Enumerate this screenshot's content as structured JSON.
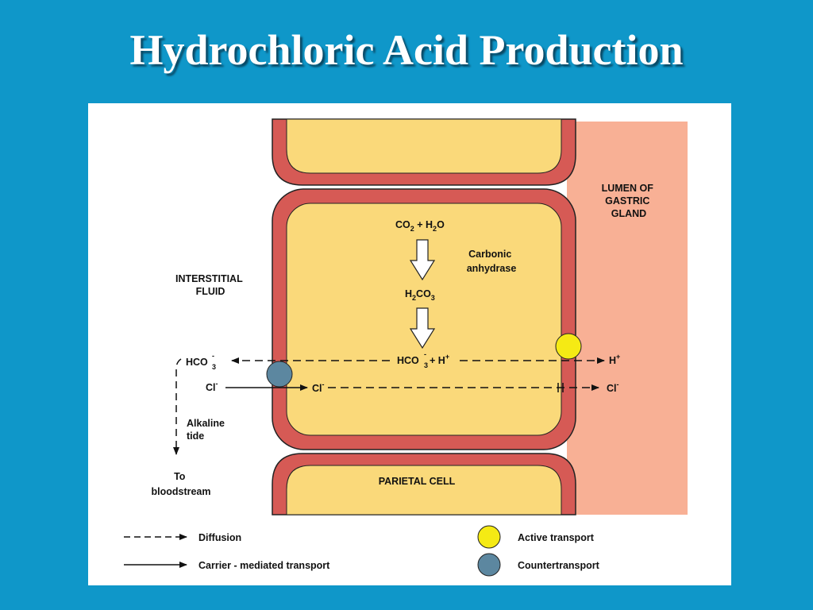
{
  "slide": {
    "title": "Hydrochloric Acid Production"
  },
  "diagram": {
    "lumen_label": [
      "LUMEN OF",
      "GASTRIC",
      "GLAND"
    ],
    "interstitial_label": [
      "INTERSTITIAL",
      "FLUID"
    ],
    "reaction_top": {
      "co": "CO",
      "co_sub": "2",
      "plus_h": " + H",
      "h_sub": "2",
      "o": "O"
    },
    "enzyme_label": [
      "Carbonic",
      "anhydrase"
    ],
    "carbonic_acid": {
      "h": "H",
      "h_sub": "2",
      "co": "CO",
      "co_sub": "3"
    },
    "products": {
      "hco": "HCO",
      "sup": "-",
      "sub": "3",
      "plus_h": " + H",
      "h_sup": "+"
    },
    "left_bicarbonate": {
      "hco": "HCO",
      "sup": "-",
      "sub": "3"
    },
    "left_chloride": {
      "cl": "Cl",
      "sup": "-"
    },
    "cell_chloride": {
      "cl": "Cl",
      "sup": "-"
    },
    "right_proton": {
      "h": "H",
      "sup": "+"
    },
    "right_chloride": {
      "cl": "Cl",
      "sup": "-"
    },
    "alkaline_tide": [
      "Alkaline",
      "tide"
    ],
    "to_bloodstream": [
      "To",
      "bloodstream"
    ],
    "parietal_cell": "PARIETAL CELL",
    "legend": {
      "diffusion": "Diffusion",
      "carrier": "Carrier - mediated transport",
      "active": "Active transport",
      "counter": "Countertransport"
    },
    "colors": {
      "background": "#0f97c9",
      "lumen": "#f8b095",
      "membrane": "#d65a55",
      "cytoplasm": "#fad97a",
      "active_transport": "#f5ea14",
      "countertransport": "#5c87a0"
    }
  }
}
